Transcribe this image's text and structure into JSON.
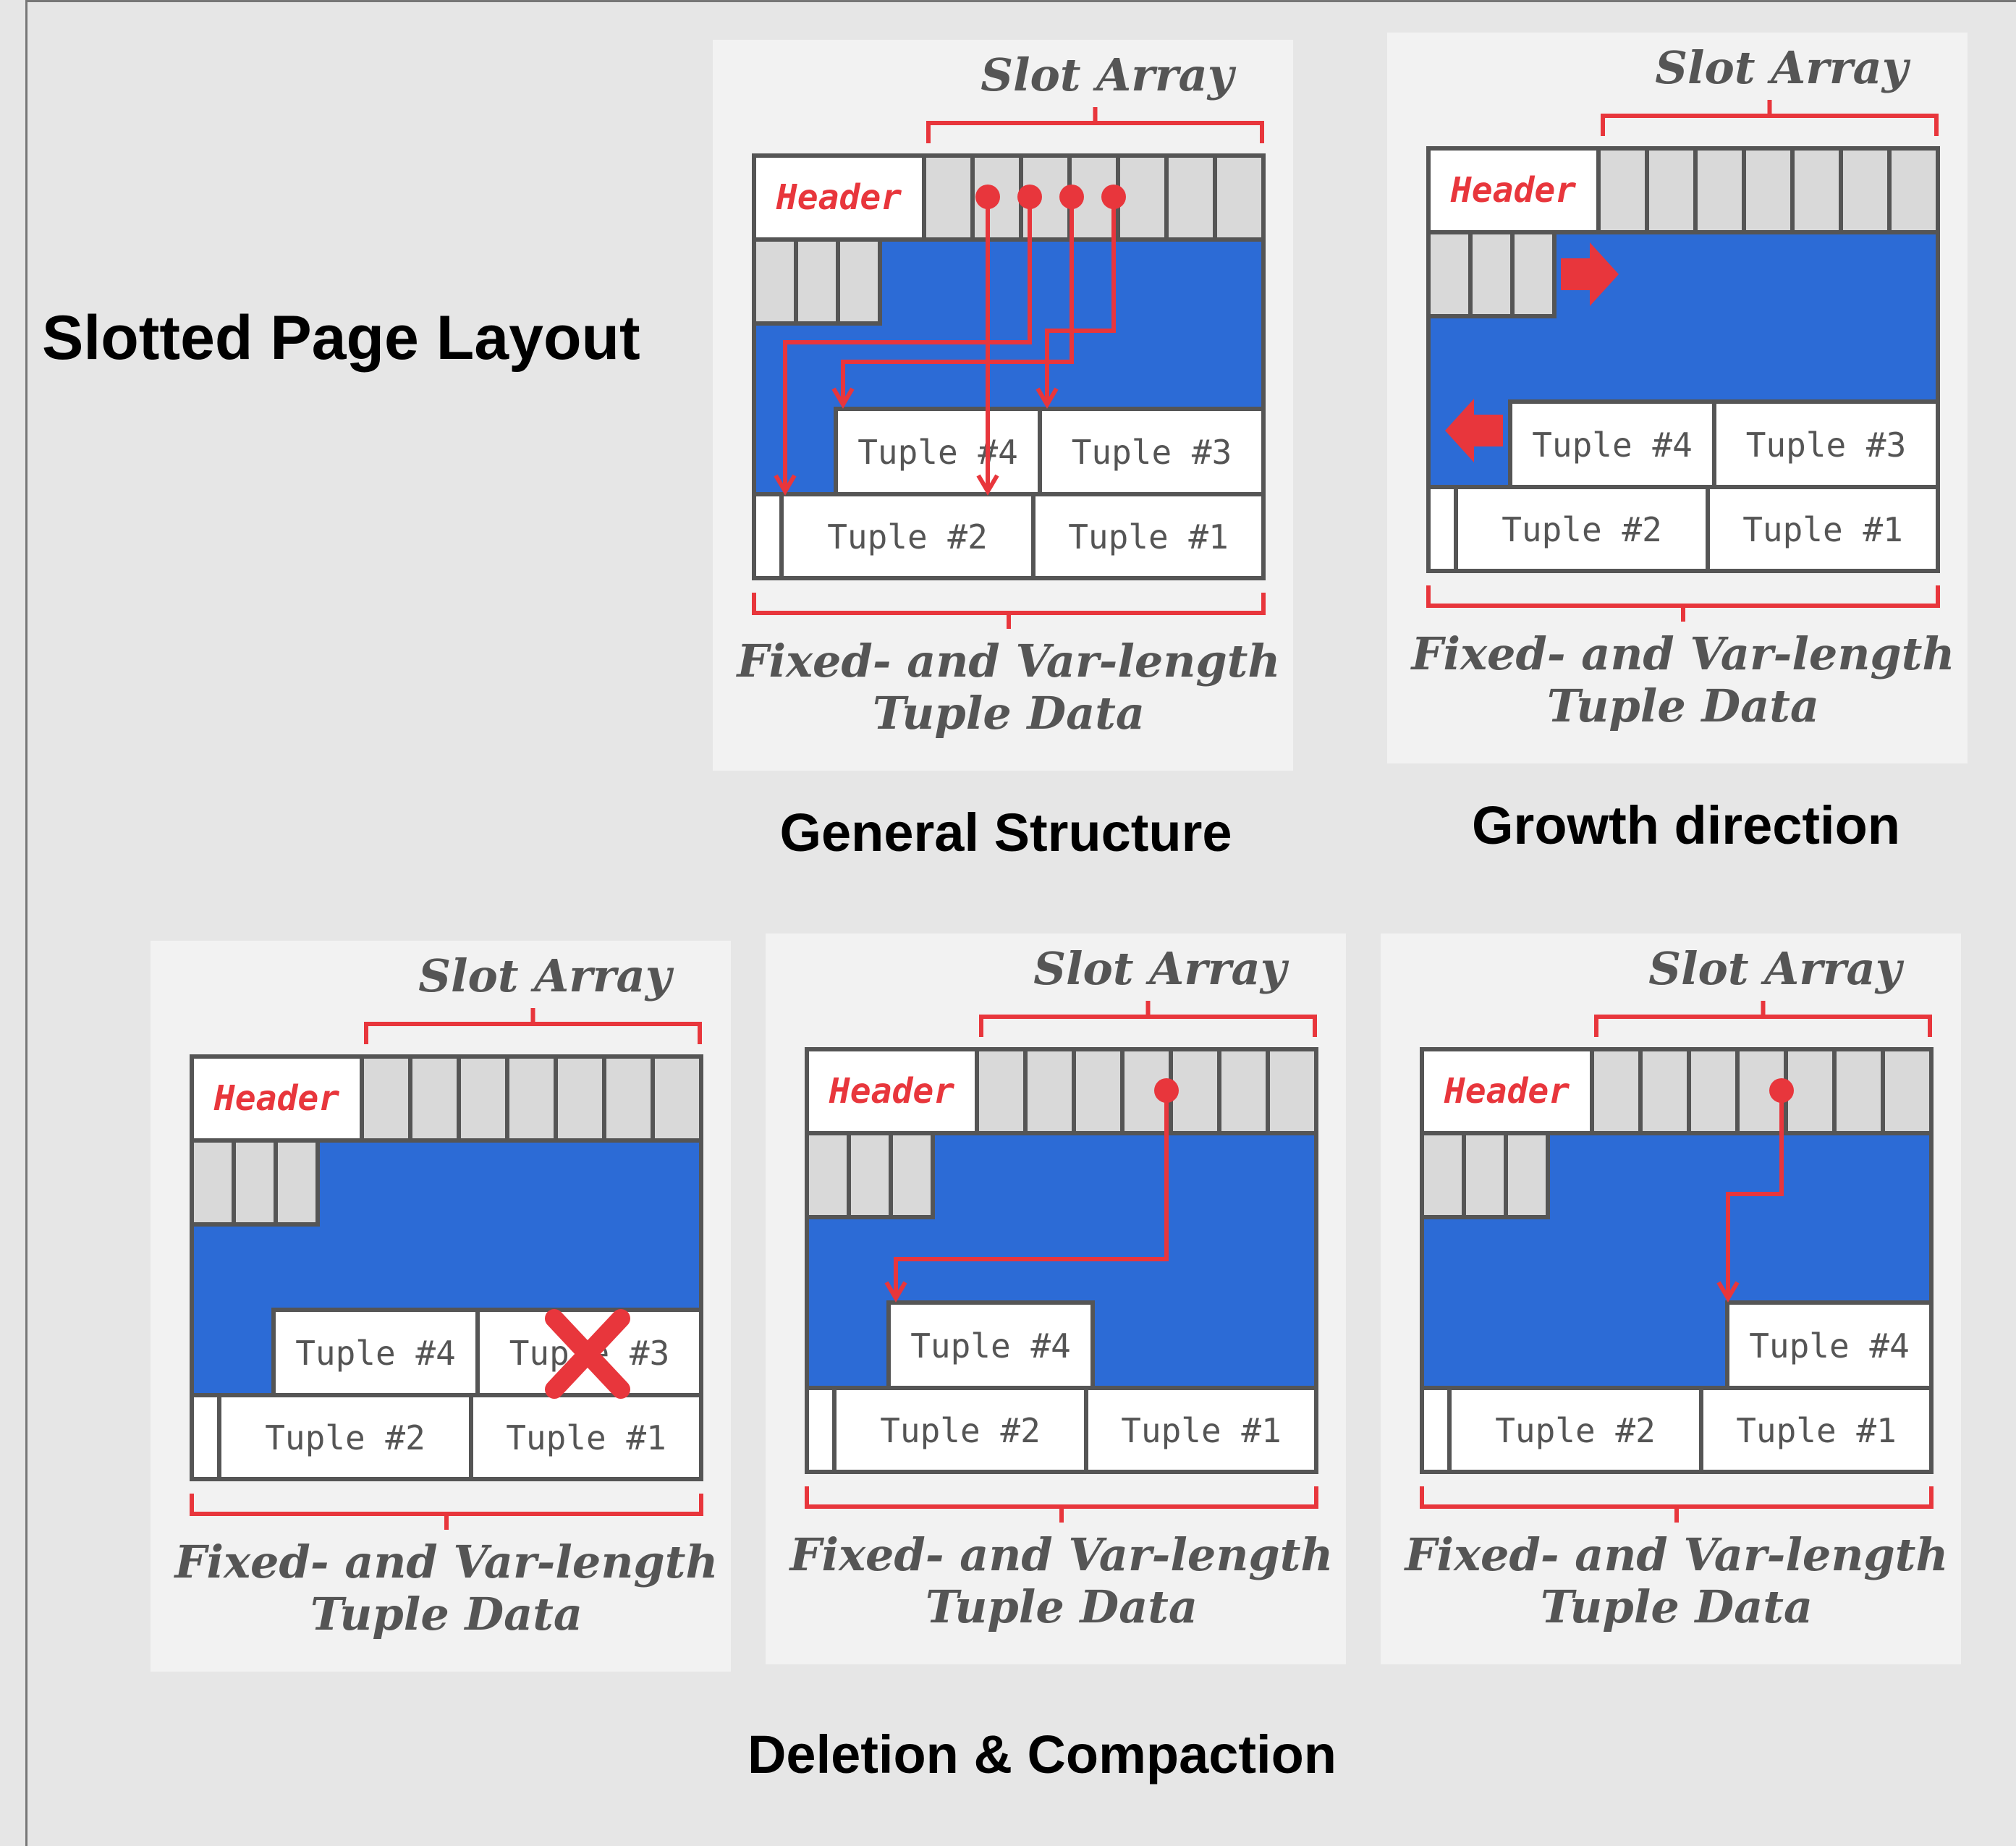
{
  "title": "Slotted Page Layout",
  "sections": {
    "general": "General Structure",
    "growth": "Growth direction",
    "deletion": "Deletion & Compaction"
  },
  "labels": {
    "slot_array": "Slot Array",
    "header": "Header",
    "data_line1": "Fixed- and Var-length",
    "data_line2": "Tuple Data"
  },
  "tuples": {
    "t1": "Tuple #1",
    "t2": "Tuple #2",
    "t3": "Tuple #3",
    "t4": "Tuple #4"
  },
  "colors": {
    "free_space": "#2c6bd6",
    "slot_fill": "#d9d9d9",
    "accent": "#e8363c",
    "panel": "#f2f2f2",
    "border": "#555555"
  },
  "icons": [
    "right-arrow-icon",
    "left-arrow-icon",
    "delete-x-icon",
    "slot-pointer-dot-icon"
  ]
}
